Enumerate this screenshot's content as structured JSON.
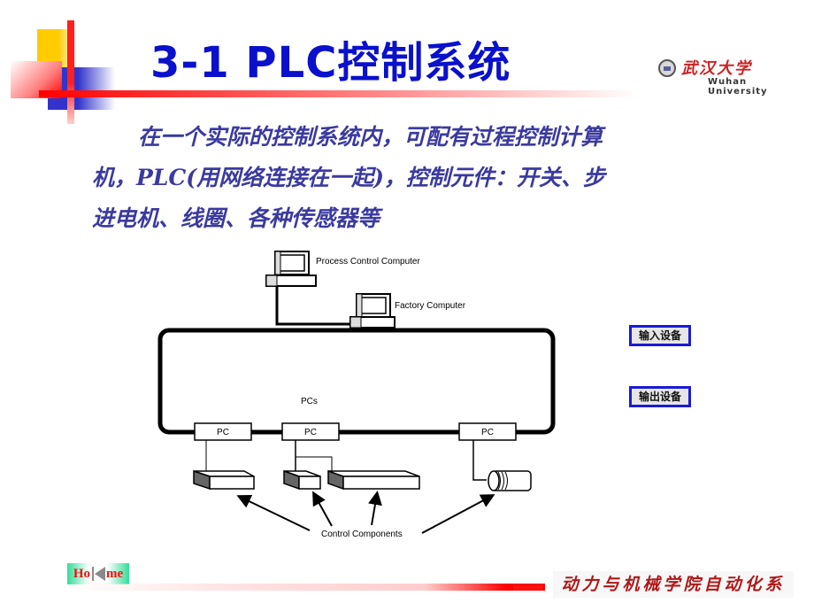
{
  "slide": {
    "title": "3-1 PLC控制系统",
    "university": {
      "name_cn": "武汉大学",
      "name_en": "Wuhan University"
    },
    "paragraph": {
      "line1": "在一个实际的控制系统内，可配有过程控制计算",
      "line2": "机，PLC(用网络连接在一起)，控制元件：开关、步",
      "line3": "进电机、线圈、各种传感器等"
    },
    "diagram": {
      "process_computer_label": "Process Control Computer",
      "factory_computer_label": "Factory Computer",
      "network_label": "PCs",
      "pc_nodes": [
        "PC",
        "PC",
        "PC"
      ],
      "components_label": "Control Components"
    },
    "io_buttons": {
      "input": "输入设备",
      "output": "输出设备"
    },
    "footer": {
      "home_left": "Ho",
      "home_right": "me",
      "college": "动力与机械学院自动化系"
    },
    "colors": {
      "title": "#0a10cc",
      "body_text": "#3a3aa0",
      "accent_red": "#ff0000",
      "io_border": "#1a1ad8",
      "college_text": "#b01818"
    }
  }
}
